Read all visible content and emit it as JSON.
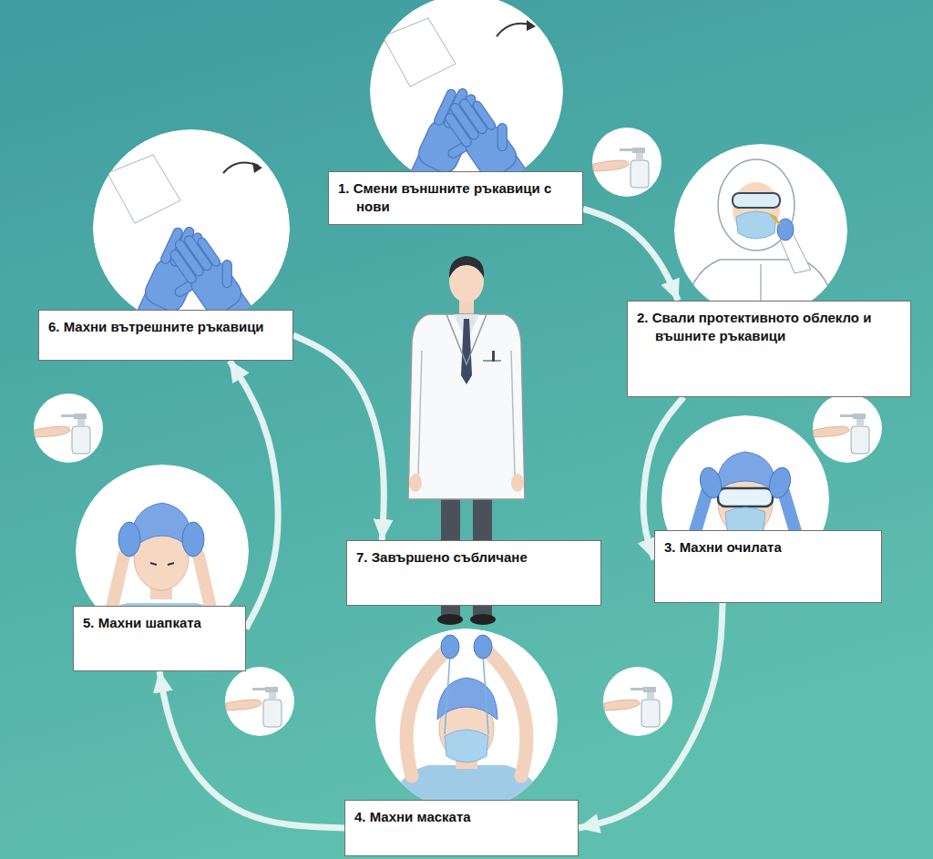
{
  "diagram": {
    "nodes": [
      {
        "text": [
          "1. Смени външните ръкавици с нови"
        ]
      },
      {
        "text": [
          "2. Свали протективното облекло и въшните ръкавици"
        ]
      },
      {
        "text": [
          "3. Махни очилата"
        ]
      },
      {
        "text": [
          "4. Махни маската"
        ]
      },
      {
        "text": [
          "5. Махни шапката"
        ]
      },
      {
        "text": [
          "6. Махни вътрешните ръкавици"
        ]
      },
      {
        "text": [
          "7. Завършено събличане"
        ]
      }
    ],
    "edges": [
      {
        "from": 0,
        "to": 1,
        "arrow": "to"
      },
      {
        "from": 1,
        "to": 2,
        "arrow": "to"
      },
      {
        "from": 2,
        "to": 3,
        "arrow": "to"
      },
      {
        "from": 3,
        "to": 4,
        "arrow": "to"
      },
      {
        "from": 4,
        "to": 5,
        "arrow": "to"
      },
      {
        "from": 5,
        "to": 6,
        "arrow": "to"
      }
    ]
  }
}
